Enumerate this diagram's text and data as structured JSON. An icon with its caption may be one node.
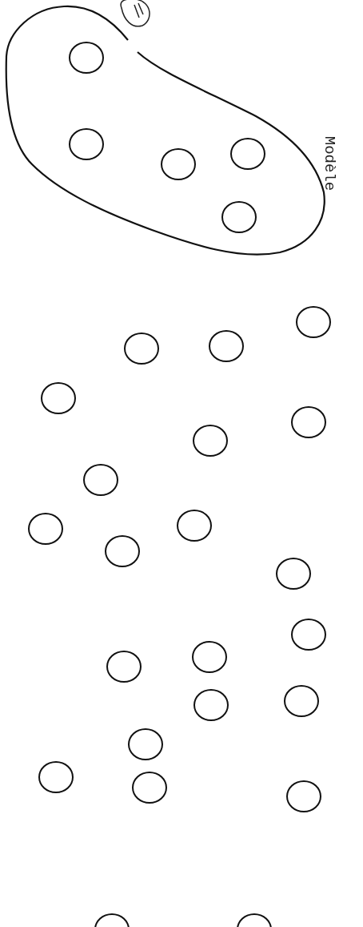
{
  "diagram": {
    "nodes": [
      {
        "text": [
          "Modèle"
        ]
      },
      {
        "text": [],
        "shape": "circle",
        "in": 0
      },
      {
        "text": [],
        "shape": "circle",
        "in": 0
      },
      {
        "text": [],
        "shape": "circle",
        "in": 0
      },
      {
        "text": [],
        "shape": "circle",
        "in": 0
      },
      {
        "text": [],
        "shape": "circle",
        "in": 0
      },
      {
        "text": [],
        "shape": "circle"
      },
      {
        "text": [],
        "shape": "circle"
      },
      {
        "text": [],
        "shape": "circle"
      },
      {
        "text": [],
        "shape": "circle"
      },
      {
        "text": [],
        "shape": "circle"
      },
      {
        "text": [],
        "shape": "circle"
      },
      {
        "text": [],
        "shape": "circle"
      },
      {
        "text": [],
        "shape": "circle"
      },
      {
        "text": [],
        "shape": "circle"
      },
      {
        "text": [],
        "shape": "circle"
      },
      {
        "text": [],
        "shape": "circle"
      },
      {
        "text": [],
        "shape": "circle"
      },
      {
        "text": [],
        "shape": "circle"
      },
      {
        "text": [],
        "shape": "circle"
      },
      {
        "text": [],
        "shape": "circle"
      },
      {
        "text": [],
        "shape": "circle"
      },
      {
        "text": [],
        "shape": "circle"
      },
      {
        "text": [],
        "shape": "circle"
      },
      {
        "text": [],
        "shape": "circle"
      },
      {
        "text": [],
        "shape": "circle"
      },
      {
        "text": [],
        "shape": "circle"
      },
      {
        "text": [],
        "shape": "circle"
      }
    ]
  }
}
